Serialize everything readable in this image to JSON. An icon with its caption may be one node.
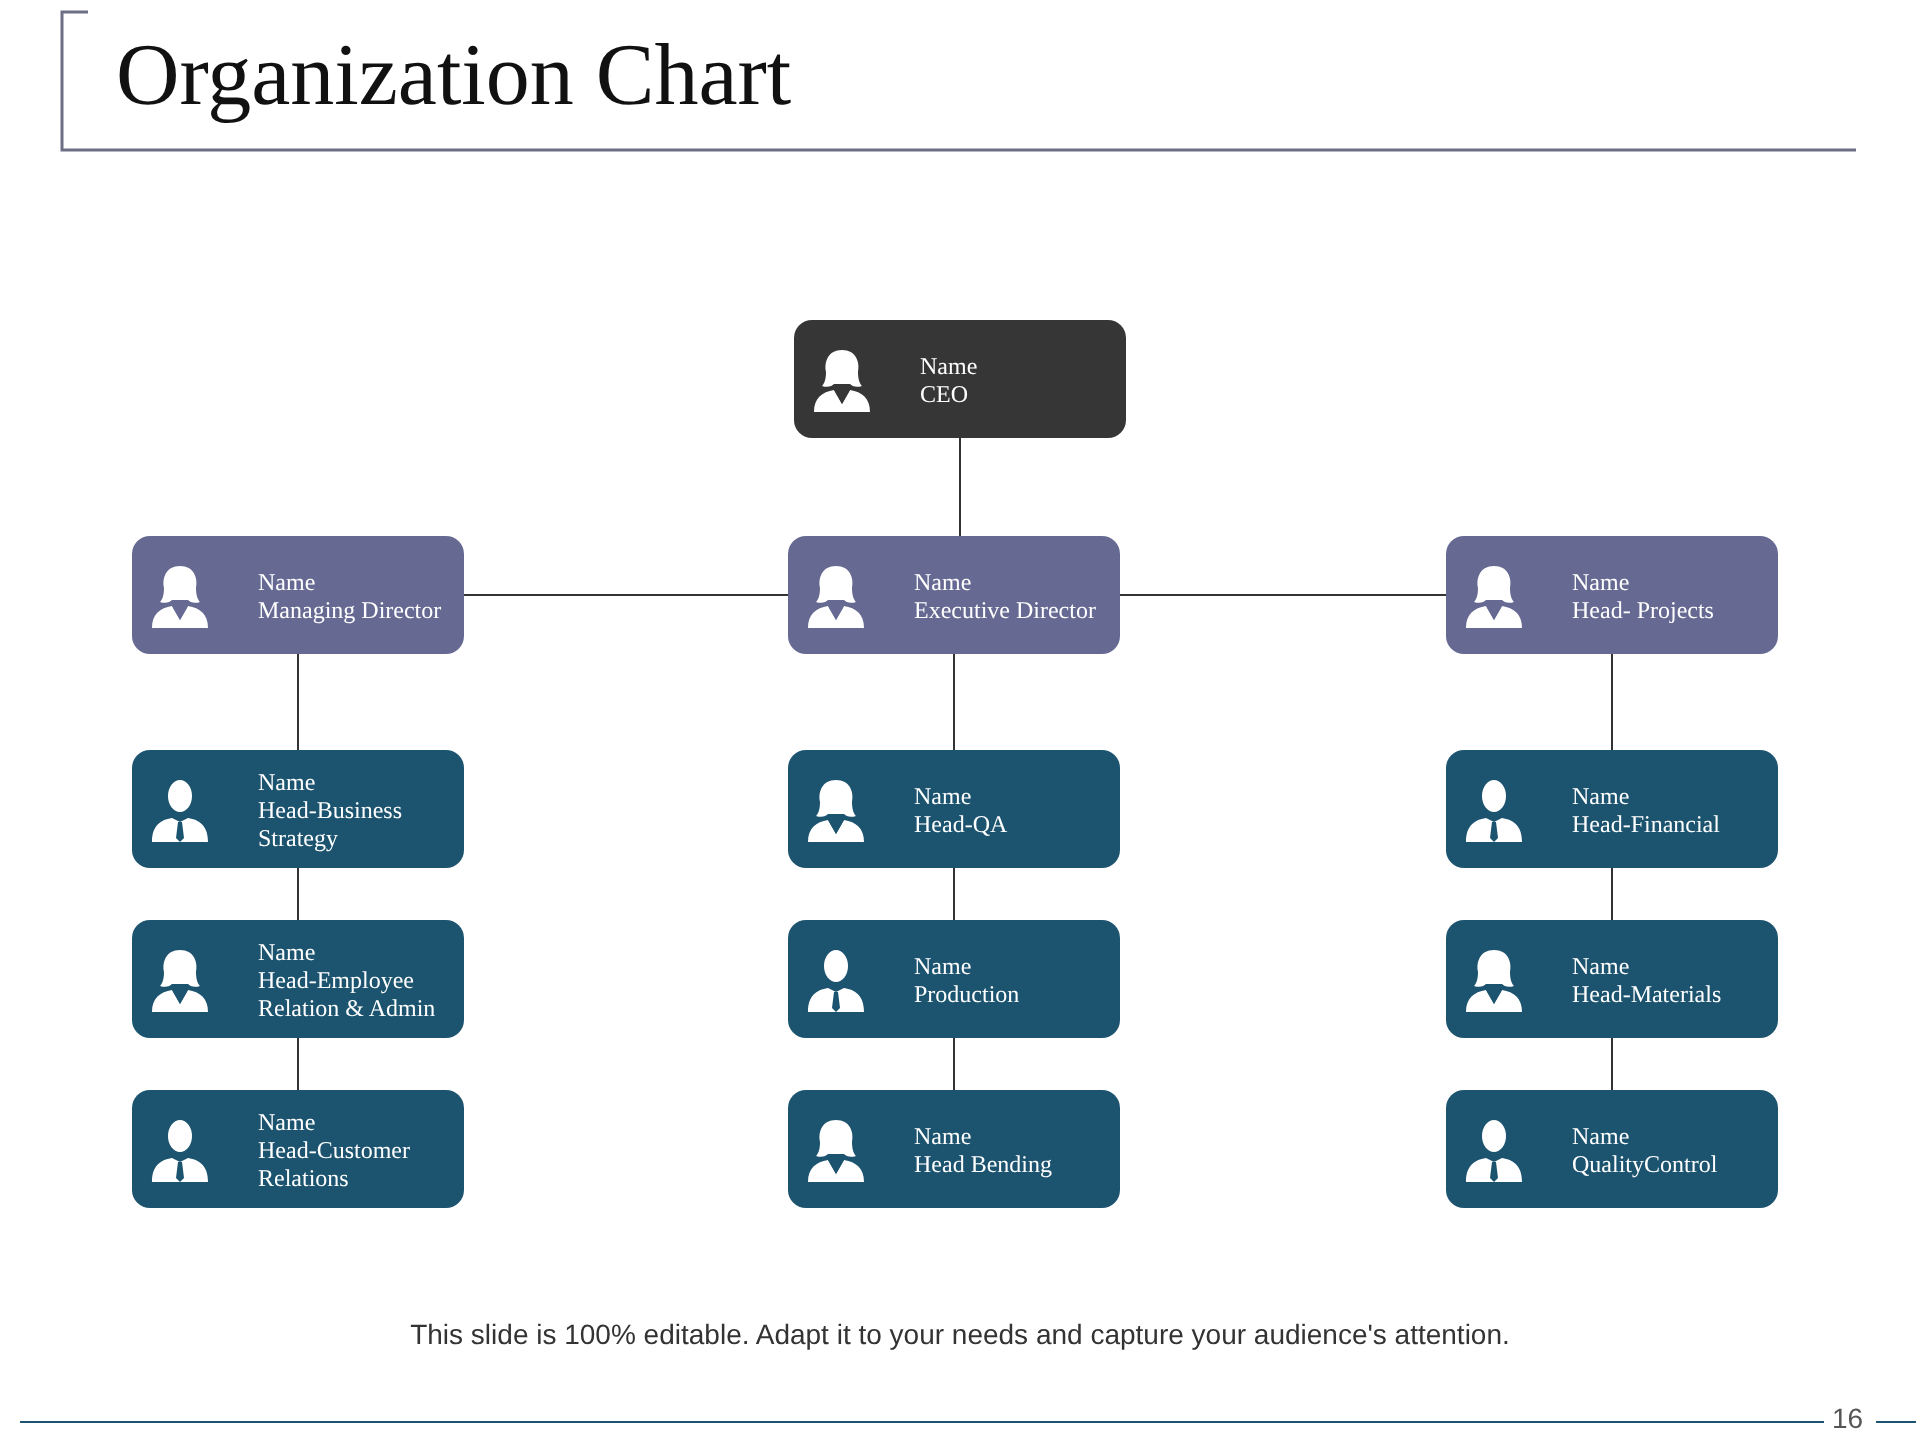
{
  "diagram": {
    "title": "Organization Chart",
    "nodes": [
      {
        "text": [
          "Name",
          "CEO"
        ]
      },
      {
        "text": [
          "Name",
          "Managing Director"
        ]
      },
      {
        "text": [
          "Name",
          "Executive Director"
        ]
      },
      {
        "text": [
          "Name",
          "Head- Projects"
        ]
      },
      {
        "text": [
          "Name",
          "Head-Business Strategy"
        ]
      },
      {
        "text": [
          "Name",
          "Head-QA"
        ]
      },
      {
        "text": [
          "Name",
          "Head-Financial"
        ]
      },
      {
        "text": [
          "Name",
          "Head-Employee Relation & Admin"
        ]
      },
      {
        "text": [
          "Name",
          "Production"
        ]
      },
      {
        "text": [
          "Name",
          "Head-Materials"
        ]
      },
      {
        "text": [
          "Name",
          "Head-Customer Relations"
        ]
      },
      {
        "text": [
          "Name",
          "Head Bending"
        ]
      },
      {
        "text": [
          "Name",
          "QualityControl"
        ]
      }
    ],
    "edges": [
      {
        "from": 0,
        "to": 2,
        "arrow": "none"
      },
      {
        "from": 1,
        "to": 2,
        "arrow": "none"
      },
      {
        "from": 2,
        "to": 3,
        "arrow": "none"
      },
      {
        "from": 1,
        "to": 4,
        "arrow": "none"
      },
      {
        "from": 4,
        "to": 7,
        "arrow": "none"
      },
      {
        "from": 7,
        "to": 10,
        "arrow": "none"
      },
      {
        "from": 2,
        "to": 5,
        "arrow": "none"
      },
      {
        "from": 5,
        "to": 8,
        "arrow": "none"
      },
      {
        "from": 8,
        "to": 11,
        "arrow": "none"
      },
      {
        "from": 3,
        "to": 6,
        "arrow": "none"
      },
      {
        "from": 6,
        "to": 9,
        "arrow": "none"
      },
      {
        "from": 9,
        "to": 12,
        "arrow": "none"
      }
    ],
    "labels": [
      "This slide is 100% editable. Adapt it to your needs and capture your audience's attention.",
      "16"
    ]
  }
}
